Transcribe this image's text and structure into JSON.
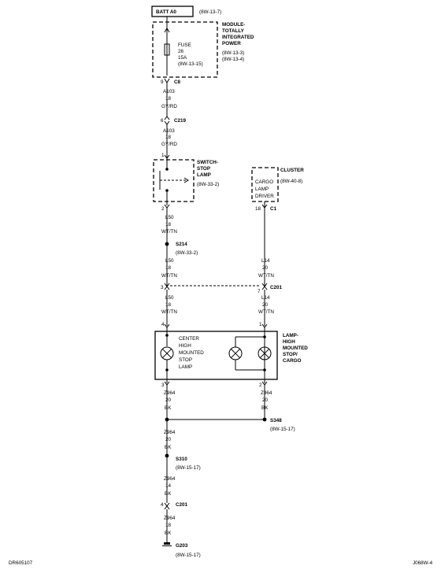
{
  "batt": {
    "label": "BATT A0",
    "ref": "(8W-13-7)"
  },
  "module": {
    "lines": [
      "MODULE-",
      "TOTALLY",
      "INTEGRATED",
      "POWER"
    ],
    "refs": [
      "(8W-13-3)",
      "(8W-13-4)"
    ],
    "fuse": [
      "FUSE",
      "26",
      "15A",
      "(8W-13-15)"
    ]
  },
  "c8": {
    "pin": "9",
    "name": "C8"
  },
  "wire1": [
    "A103",
    "18",
    "GY/RD"
  ],
  "c219": {
    "pin": "6",
    "name": "C219"
  },
  "wire2": [
    "A103",
    "18",
    "GY/RD"
  ],
  "switch": {
    "pin_top": "1",
    "lines": [
      "SWITCH-",
      "STOP",
      "LAMP"
    ],
    "ref": "(8W-33-2)",
    "pin_bot": "2"
  },
  "wire3": [
    "L50",
    "18",
    "WT/TN"
  ],
  "s214": {
    "name": "S214",
    "ref": "(8W-33-2)"
  },
  "wire4": [
    "L50",
    "18",
    "WT/TN"
  ],
  "cluster": {
    "title": "CLUSTER",
    "ref": "(8W-40-8)",
    "inner": [
      "CARGO",
      "LAMP",
      "DRIVER"
    ],
    "pin": "18",
    "conn": "C1"
  },
  "wire_l14a": [
    "L14",
    "20",
    "WT/TN"
  ],
  "c201a": {
    "pin_left": "3",
    "pin_right": "7",
    "name": "C201"
  },
  "wire5": [
    "L50",
    "18",
    "WT/TN"
  ],
  "wire_l14b": [
    "L14",
    "20",
    "WT/TN"
  ],
  "lamp": {
    "pin_left_top": "4",
    "pin_right_top": "1",
    "inner": [
      "CENTER",
      "HIGH",
      "MOUNTED",
      "STOP",
      "LAMP"
    ],
    "title": [
      "LAMP-",
      "HIGH",
      "MOUNTED",
      "STOP/",
      "CARGO"
    ],
    "pin_left_bot": "3",
    "pin_right_bot": "2"
  },
  "wire6": [
    "Z964",
    "20",
    "BK"
  ],
  "wire_r": [
    "Z964",
    "20",
    "BK"
  ],
  "s348": {
    "name": "S348",
    "ref": "(8W-15-17)"
  },
  "wire7": [
    "Z964",
    "20",
    "BK"
  ],
  "s310": {
    "name": "S310",
    "ref": "(8W-15-17)"
  },
  "wire8": [
    "Z964",
    "14",
    "BK"
  ],
  "c201b": {
    "pin": "4",
    "name": "C201"
  },
  "wire9": [
    "Z964",
    "18",
    "BK"
  ],
  "g203": {
    "name": "G203",
    "ref": "(8W-15-17)"
  },
  "footer": {
    "left": "DR605107",
    "right": "J068W-4"
  }
}
